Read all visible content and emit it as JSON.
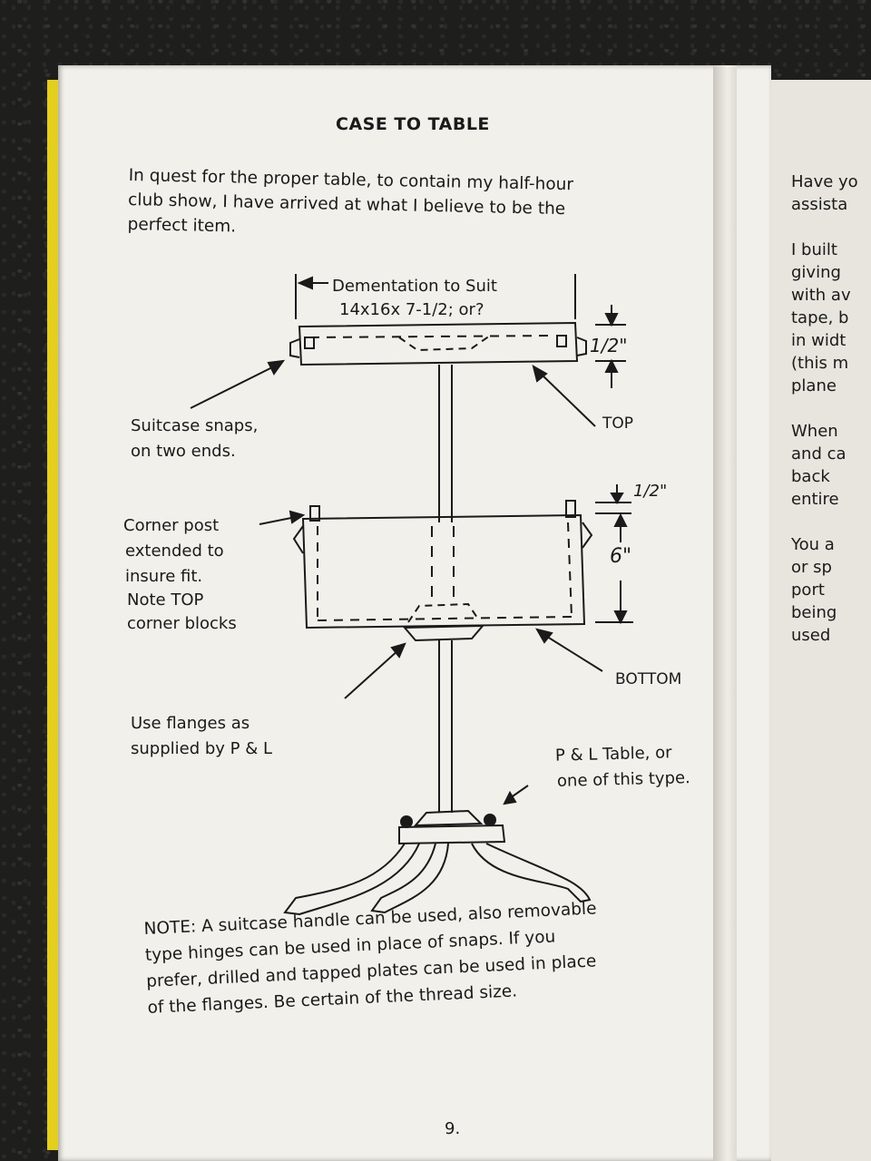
{
  "title": "CASE TO TABLE",
  "intro_lines": [
    "In quest for the proper table, to contain my half-hour",
    "club show, I have arrived at what I believe to be the",
    "perfect item."
  ],
  "diagram": {
    "dimension_line1": "Dementation to Suit",
    "dimension_line2": "14x16x 7-1/2; or?",
    "half_inch_top": "1/2\"",
    "half_inch_mid": "1/2\"",
    "six_inch": "6\"",
    "top_label": "TOP",
    "bottom_label": "BOTTOM",
    "snaps_line1": "Suitcase snaps,",
    "snaps_line2": "on two ends.",
    "corner_lines": [
      "Corner post",
      "extended to",
      "insure fit.",
      "Note TOP",
      "corner blocks"
    ],
    "flanges_line1": "Use flanges as",
    "flanges_line2": "supplied by P & L",
    "table_line1": "P & L Table, or",
    "table_line2": "one of this type."
  },
  "note_lines": [
    "NOTE:  A suitcase handle can be used, also removable",
    "type hinges can be used in place of snaps.  If you",
    "prefer, drilled and tapped plates can be used in place",
    "of the flanges.  Be certain of the thread size."
  ],
  "page_number": "9.",
  "right_page_fragments": [
    "Have yo",
    "assista",
    "",
    "I built",
    "giving",
    "with av",
    "tape, b",
    "in widt",
    "(this m",
    "plane",
    "",
    "When",
    "and ca",
    "back",
    "entire",
    "",
    "You a",
    "or sp",
    "port",
    "being",
    "used"
  ]
}
